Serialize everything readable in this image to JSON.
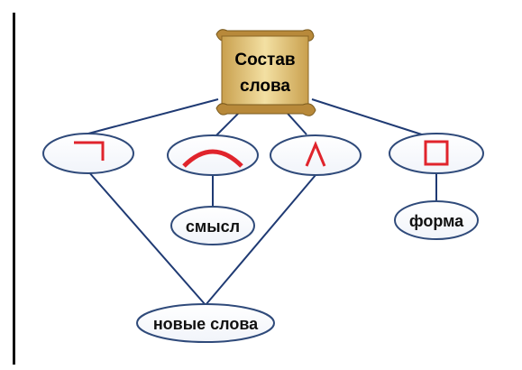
{
  "diagram": {
    "title": {
      "line1": "Состав",
      "line2": "слова"
    },
    "nodes": {
      "prefix": {
        "icon": "prefix-symbol"
      },
      "root": {
        "icon": "root-symbol"
      },
      "suffix": {
        "icon": "suffix-symbol"
      },
      "ending": {
        "icon": "ending-symbol"
      },
      "meaning": {
        "label": "смысл"
      },
      "form": {
        "label": "форма"
      },
      "new_words": {
        "label": "новые слова"
      }
    },
    "colors": {
      "ellipse_stroke": "#2f4a7a",
      "edge": "#1f3a73",
      "symbol": "#e0242c",
      "scroll_fill": "#e8cf86",
      "scroll_dark": "#b8893a"
    }
  }
}
